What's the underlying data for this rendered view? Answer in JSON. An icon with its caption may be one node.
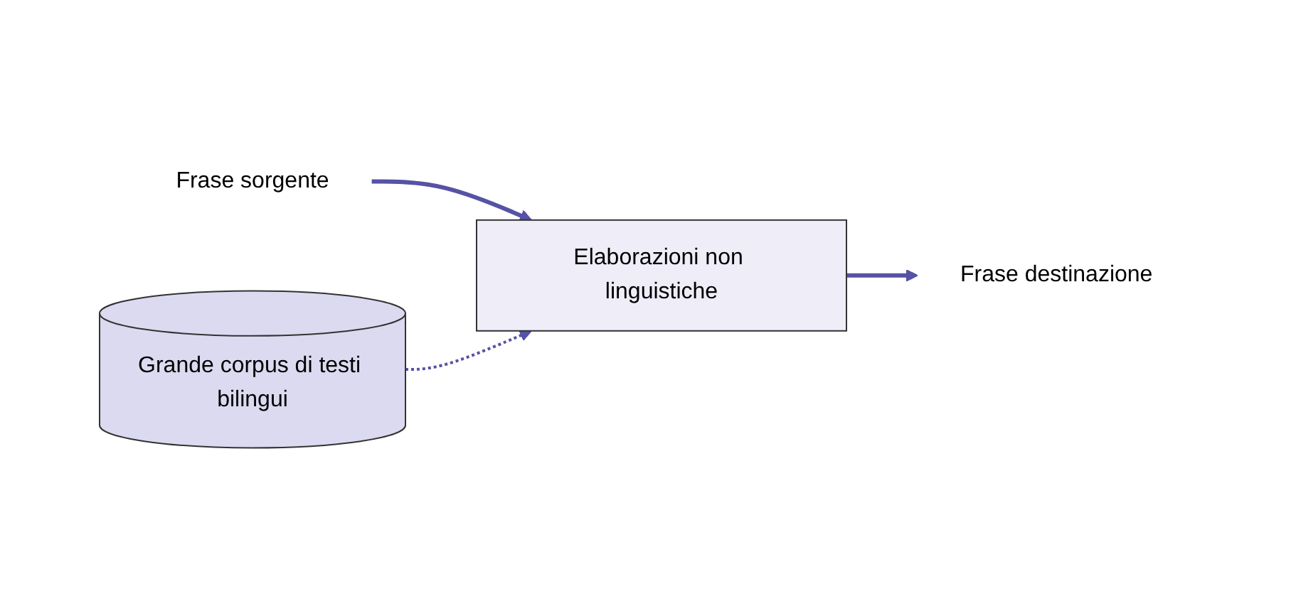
{
  "diagram": {
    "nodes": [
      {
        "text": [
          "Frase sorgente"
        ]
      },
      {
        "text": [
          "Elaborazioni non linguistiche"
        ]
      },
      {
        "text": [
          "Frase destinazione"
        ]
      },
      {
        "text": [
          "Grande corpus di testi bilingui"
        ]
      }
    ],
    "edges": [
      {
        "from": 0,
        "to": 1,
        "arrow": "to"
      },
      {
        "from": 1,
        "to": 2,
        "arrow": "to"
      },
      {
        "from": 3,
        "to": 1,
        "arrow": "to",
        "style": "dashed"
      }
    ]
  }
}
